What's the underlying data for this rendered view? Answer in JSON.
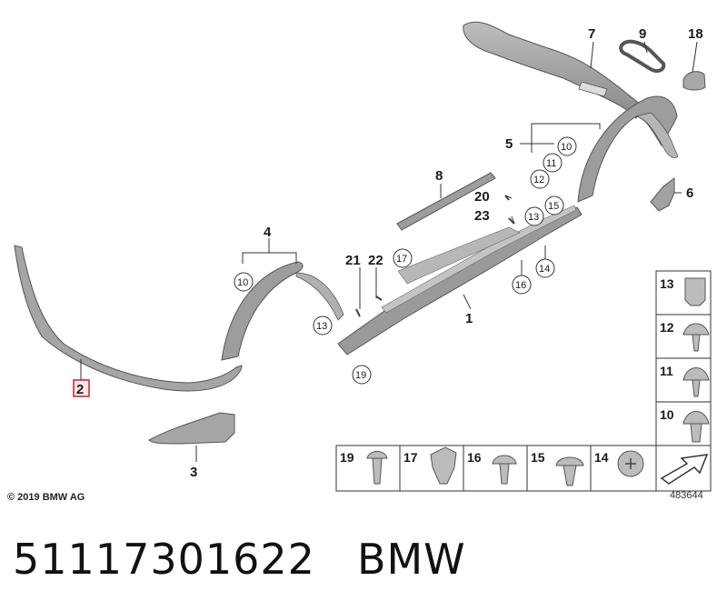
{
  "diagram": {
    "callouts": {
      "p1": "1",
      "p2": "2",
      "p3": "3",
      "p4": "4",
      "p5": "5",
      "p6": "6",
      "p7": "7",
      "p8": "8",
      "p9": "9",
      "p18": "18",
      "p20": "20",
      "p21": "21",
      "p22": "22",
      "p23": "23",
      "c10a": "10",
      "c13a": "13",
      "c19a": "19",
      "c17a": "17",
      "c10b": "10",
      "c11b": "11",
      "c12b": "12",
      "c15a": "15",
      "c13b": "13",
      "c16a": "16",
      "c14a": "14"
    },
    "legend_right": [
      "13",
      "12",
      "11",
      "10"
    ],
    "legend_bottom": [
      "19",
      "17",
      "16",
      "15",
      "14"
    ],
    "highlight_color": "#cc1f1f",
    "part_fill": "#9d9d9d"
  },
  "copyright": "© 2019 BMW AG",
  "diagram_id": "483644",
  "footer": {
    "part_number": "51117301622",
    "brand": "BMW"
  }
}
